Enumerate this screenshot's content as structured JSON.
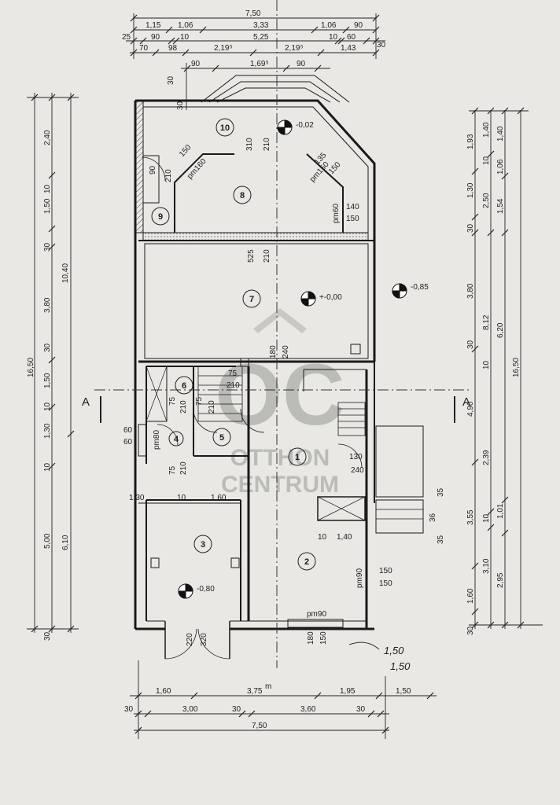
{
  "dims_top": {
    "r0": [
      "7,50"
    ],
    "r1": [
      "1,15",
      "1,06",
      "3,33",
      "1,06",
      "90"
    ],
    "r2": [
      "25",
      "90",
      "10",
      "5,25",
      "10",
      "60",
      "30"
    ],
    "r3": [
      "70",
      "98",
      "2,19⁵",
      "2,19⁵",
      "1,43"
    ],
    "r4": [
      "90",
      "1,69⁵",
      "90"
    ]
  },
  "dims_bottom": {
    "r1": [
      "1,60",
      "3,75",
      "1,95",
      "1,50"
    ],
    "unit": "m",
    "r2": [
      "30",
      "3,00",
      "30",
      "3,60",
      "30"
    ],
    "r3": [
      "7,50"
    ]
  },
  "dims_left": {
    "outer": "16,50",
    "mid": [
      "10,40",
      "6,10"
    ],
    "inner": [
      "2,40",
      "10",
      "1,50",
      "30",
      "3,80",
      "30",
      "1,50",
      "10",
      "1,30",
      "10",
      "5,00",
      "30"
    ],
    "stub": "30"
  },
  "dims_right": {
    "c1": [
      "1,93",
      "1,30",
      "30",
      "3,80",
      "30",
      "4,90",
      "3,55",
      "1,60",
      "30"
    ],
    "c2": [
      "1,40",
      "10",
      "2,50",
      "8,12",
      "10",
      "2,39",
      "10",
      "3,10"
    ],
    "c3": [
      "1,40",
      "1,06",
      "1,54",
      "6,20",
      "1,01",
      "2,95"
    ],
    "c4": [
      "16,50"
    ]
  },
  "rooms": [
    "10",
    "9",
    "8",
    "7",
    "6",
    "5",
    "4",
    "3",
    "2",
    "1"
  ],
  "levels": [
    "-0,02",
    "+-0,00",
    "-0,85",
    "-0,80"
  ],
  "section_marks": [
    "A",
    "A"
  ],
  "texts": {
    "t_top": "30",
    "t_top2": "30",
    "t_310": "310",
    "t_210a": "210",
    "t_90": "90",
    "t_210b": "210",
    "t_150": "150",
    "t_160": "pm160",
    "t_135": "135",
    "t_150b": "150",
    "t_pm150": "pm150",
    "t_140": "140",
    "t_150c": "150",
    "t_pm60": "pm60",
    "t_525": "525",
    "t_210c": "210",
    "t_180": "180",
    "t_240": "240",
    "t_75a": "75",
    "t_210d": "210",
    "t_75b": "75",
    "t_210e": "210",
    "t_75c": "75",
    "t_210f": "210",
    "t_60a": "60",
    "t_60b": "60",
    "t_80": "pm80",
    "t_75d": "75",
    "t_210g": "210",
    "t_130": "130",
    "t_240b": "240",
    "t_130b": "1,30",
    "t_10a": "10",
    "t_160b": "1,60",
    "t_10b": "10",
    "t_140b": "1,40",
    "t_35a": "35",
    "t_36": "36",
    "t_35b": "35",
    "t_pm90": "pm90",
    "t_150d": "150",
    "t_150e": "150",
    "t_pm90b": "pm90",
    "t_220": "220",
    "t_320": "320",
    "t_180b": "180",
    "t_150f": "150",
    "t_hand1": "1,50",
    "t_hand2": "1,50"
  },
  "watermark": {
    "logo": "OC",
    "line1": "OTTHON",
    "line2": "CENTRUM"
  }
}
